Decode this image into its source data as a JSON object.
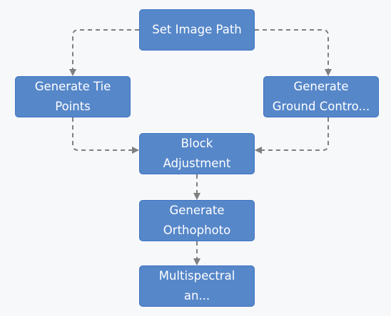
{
  "nodes": {
    "set_image_path": "Set Image Path",
    "generate_tie_points": "Generate Tie\nPoints",
    "generate_ground_control": "Generate\nGround Contro...",
    "block_adjustment": "Block\nAdjustment",
    "generate_orthophoto": "Generate\nOrthophoto",
    "multispectral": "Multispectral\nan..."
  },
  "colors": {
    "node_fill": "#5687c9",
    "node_border": "#3f74c4",
    "edge": "#7f7f7f",
    "background": "#f7f8fa"
  }
}
